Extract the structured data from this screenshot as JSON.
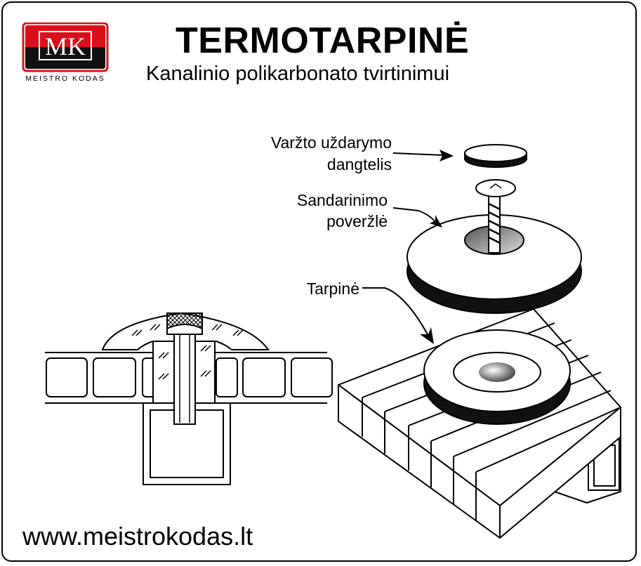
{
  "header": {
    "title": "TERMOTARPINĖ",
    "subtitle": "Kanalinio polikarbonato tvirtinimui"
  },
  "logo": {
    "monogram": "MK",
    "caption": "MEISTRO KODAS",
    "colors": {
      "red": "#d9101a",
      "black": "#111111"
    }
  },
  "labels": {
    "cap_line1": "Varžto uždarymo",
    "cap_line2": "dangtelis",
    "washer_line1": "Sandarinimo",
    "washer_line2": "poveržlė",
    "gasket": "Tarpinė"
  },
  "footer": {
    "url": "www.meistrokodas.lt"
  },
  "icons": [
    "arrow-icon",
    "screw-icon",
    "washer-icon",
    "gasket-icon",
    "cap-icon"
  ]
}
